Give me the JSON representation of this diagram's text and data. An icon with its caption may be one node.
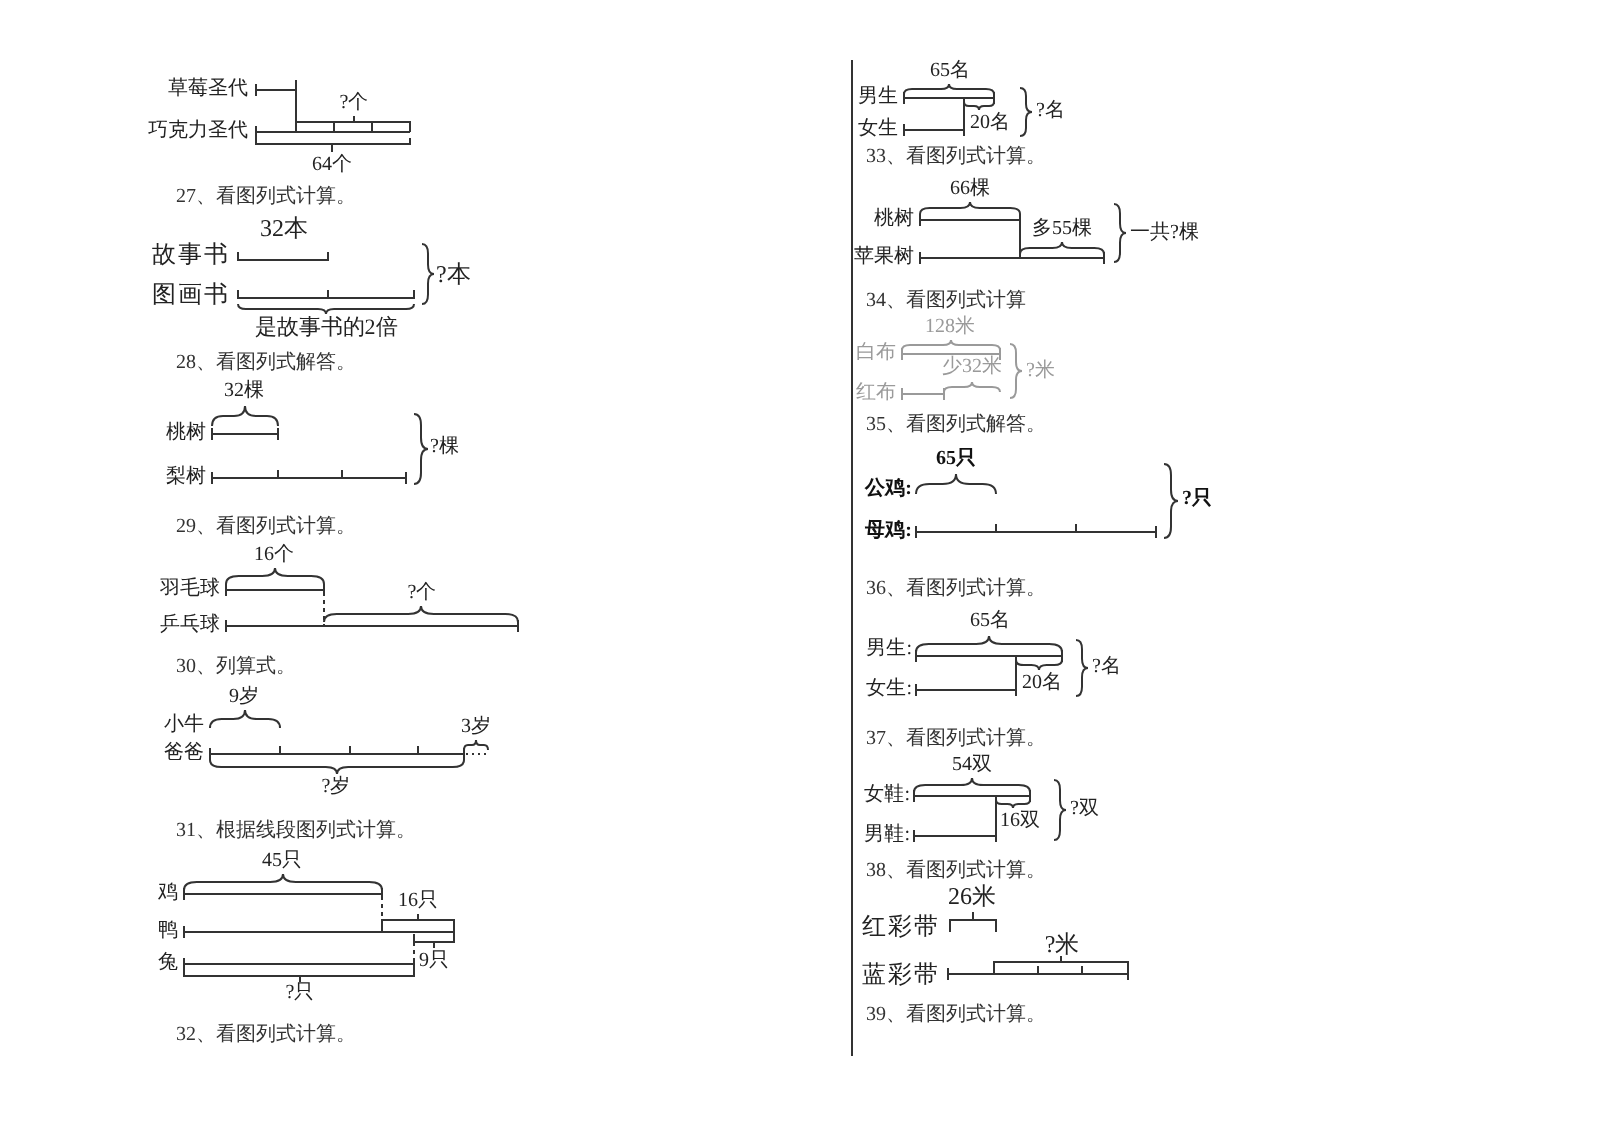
{
  "diagram": {
    "labels": [
      "草莓圣代",
      "?个",
      "巧克力圣代",
      "64个",
      "27、看图列式计算。",
      "32本",
      "故事书",
      "?本",
      "图画书",
      "是故事书的2倍",
      "28、看图列式解答。",
      "32棵",
      "桃树",
      "?棵",
      "梨树",
      "29、看图列式计算。",
      "16个",
      "羽毛球",
      "?个",
      "乒乓球",
      "30、列算式。",
      "9岁",
      "小牛",
      "3岁",
      "爸爸",
      "?岁",
      "31、根据线段图列式计算。",
      "45只",
      "鸡",
      "16只",
      "鸭",
      "兔",
      "9只",
      "?只",
      "32、看图列式计算。",
      "65名",
      "男生",
      "?名",
      "女生",
      "20名",
      "33、看图列式计算。",
      "66棵",
      "桃树",
      "多55棵",
      "一共?棵",
      "苹果树",
      "34、看图列式计算",
      "128米",
      "白布",
      "少32米",
      "?米",
      "红布",
      "35、看图列式解答。",
      "65只",
      "公鸡:",
      "?只",
      "母鸡:",
      "36、看图列式计算。",
      "65名",
      "男生:",
      "20名",
      "?名",
      "女生:",
      "37、看图列式计算。",
      "54双",
      "女鞋:",
      "16双",
      "?双",
      "男鞋:",
      "38、看图列式计算。",
      "26米",
      "红彩带",
      "?米",
      "蓝彩带",
      "39、看图列式计算。"
    ]
  }
}
